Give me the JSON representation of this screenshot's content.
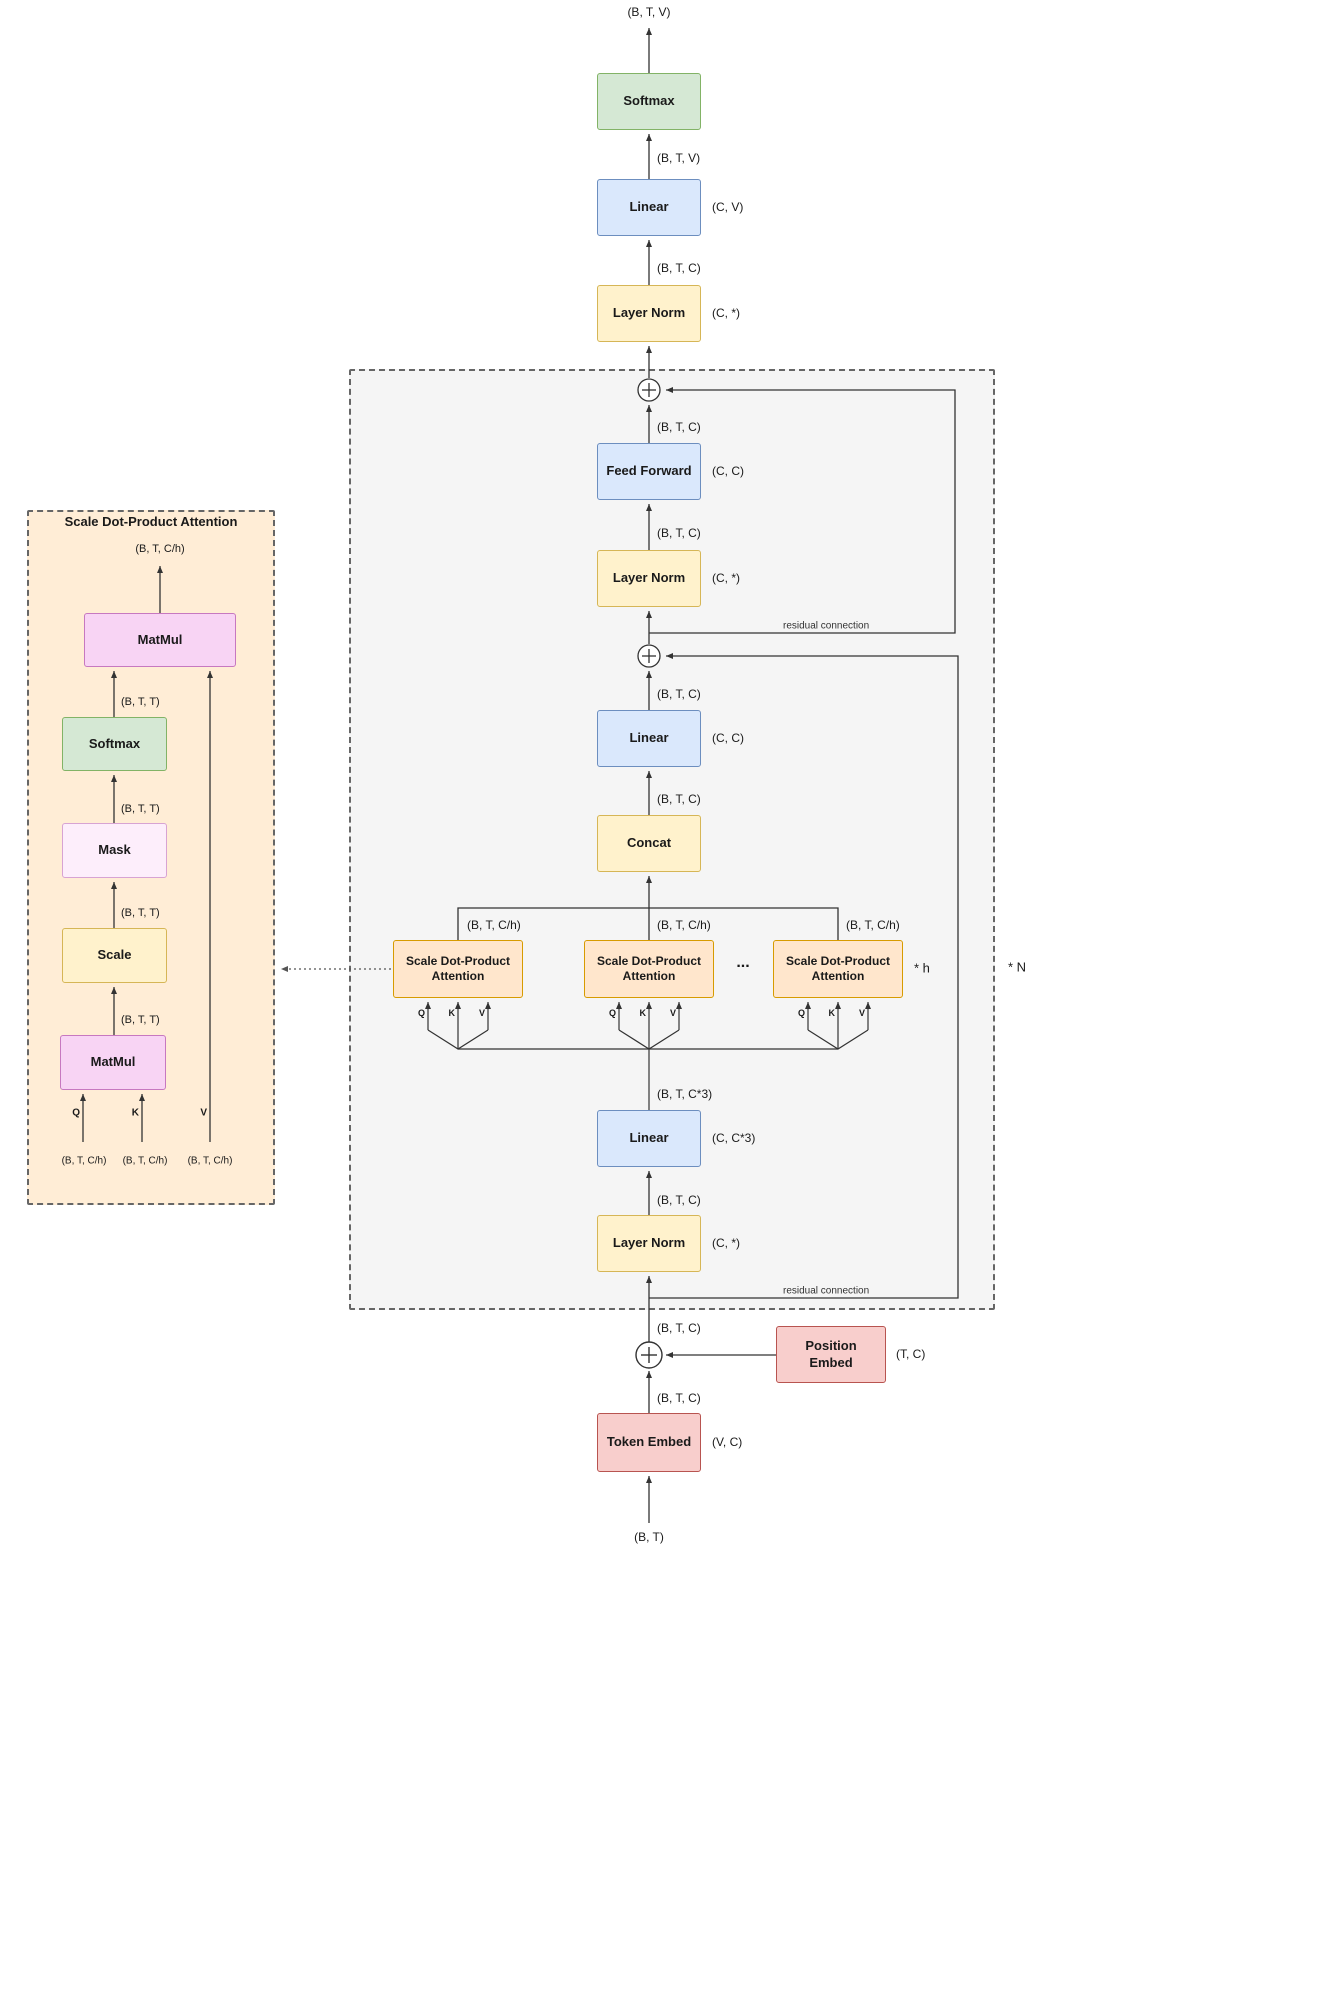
{
  "main": {
    "blocks": {
      "softmax_out": {
        "label": "Softmax"
      },
      "linear_out": {
        "label": "Linear",
        "side": "(C, V)"
      },
      "layernorm_out": {
        "label": "Layer Norm",
        "side": "(C, *)"
      },
      "feed_forward": {
        "label": "Feed Forward",
        "side": "(C, C)"
      },
      "layernorm_ff": {
        "label": "Layer Norm",
        "side": "(C, *)"
      },
      "linear_proj": {
        "label": "Linear",
        "side": "(C, C)"
      },
      "concat": {
        "label": "Concat"
      },
      "attn_head_1": {
        "label": "Scale Dot-Product Attention"
      },
      "attn_head_2": {
        "label": "Scale Dot-Product Attention"
      },
      "attn_head_3": {
        "label": "Scale Dot-Product Attention"
      },
      "linear_qkv": {
        "label": "Linear",
        "side": "(C, C*3)"
      },
      "layernorm_attn": {
        "label": "Layer Norm",
        "side": "(C, *)"
      },
      "position_embed": {
        "label": "Position Embed",
        "side": "(T, C)"
      },
      "token_embed": {
        "label": "Token Embed",
        "side": "(V, C)"
      }
    },
    "dims": [
      "(B, T, V)",
      "(B, T, V)",
      "(B, T, C)",
      "(B, T, C)",
      "(B, T, C)",
      "(B, T, C)",
      "(B, T, C)",
      "(B, T, C/h)",
      "(B, T, C/h)",
      "(B, T, C/h)",
      "(B, T, C*3)",
      "(B, T, C)",
      "(B, T, C)",
      "(B, T, C)",
      "(B, T)"
    ],
    "qkv": [
      "Q",
      "K",
      "V"
    ],
    "annotations": {
      "residual": "residual connection",
      "heads_multiplier": "* h",
      "layers_multiplier": "* N",
      "ellipsis": "..."
    }
  },
  "panel": {
    "title": "Scale Dot-Product Attention",
    "blocks": {
      "matmul_out": {
        "label": "MatMul"
      },
      "softmax": {
        "label": "Softmax"
      },
      "mask": {
        "label": "Mask"
      },
      "scale": {
        "label": "Scale"
      },
      "matmul_qk": {
        "label": "MatMul"
      }
    },
    "dims": [
      "(B, T, C/h)",
      "(B, T, T)",
      "(B, T, T)",
      "(B, T, T)",
      "(B, T, T)",
      "(B, T, C/h)",
      "(B, T, C/h)",
      "(B, T, C/h)"
    ],
    "qkv": [
      "Q",
      "K",
      "V"
    ]
  },
  "colors": {
    "green_fill": "#d5e8d4",
    "green_stroke": "#82b366",
    "blue_fill": "#dae8fc",
    "blue_stroke": "#6c8ebf",
    "yellow_fill": "#fff2cc",
    "yellow_stroke": "#d6b656",
    "red_fill": "#f8cecc",
    "red_stroke": "#b85450",
    "orange_fill": "#ffe6cc",
    "orange_stroke": "#d79b00",
    "pink_fill": "#f8d4f4",
    "pink_stroke": "#c778c0",
    "container_fill": "#f5f5f5",
    "panel_fill": "#ffedd6",
    "wire": "#333333"
  }
}
